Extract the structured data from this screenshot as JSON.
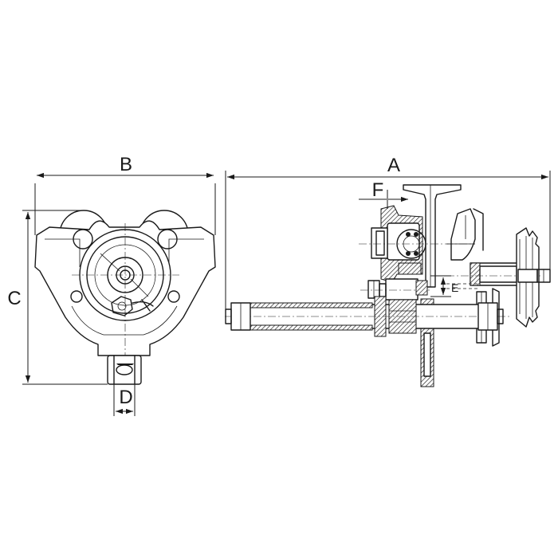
{
  "dimension_labels": {
    "A": "A",
    "B": "B",
    "C": "C",
    "D": "D",
    "E": "E",
    "F": "F"
  },
  "colors": {
    "line": "#1a1a1a",
    "background": "#ffffff"
  }
}
